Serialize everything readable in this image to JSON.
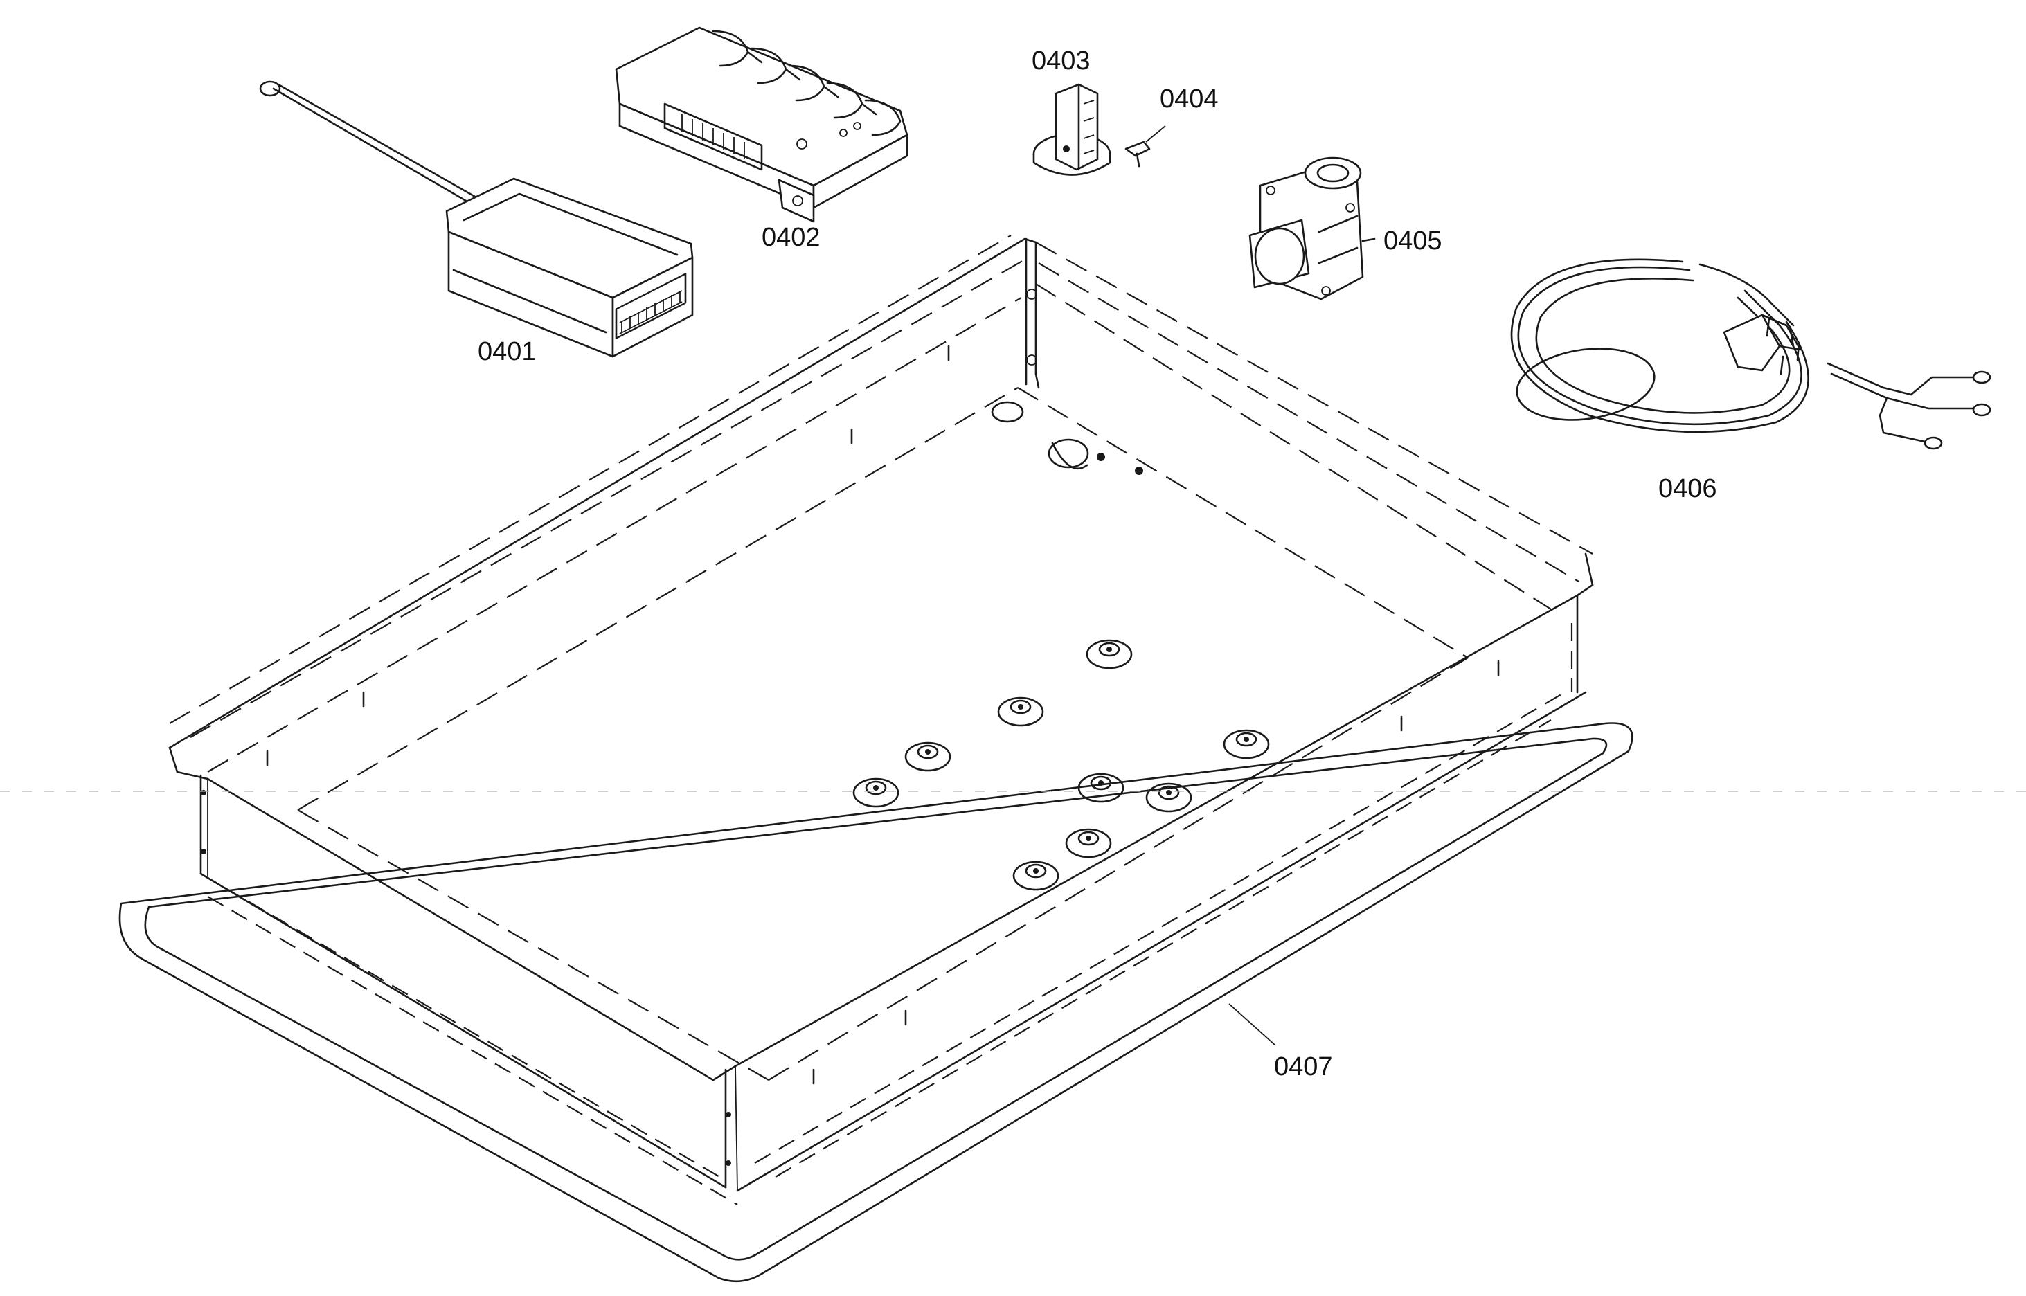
{
  "diagram": {
    "parts": [
      {
        "id": "p0401",
        "label": "0401"
      },
      {
        "id": "p0402",
        "label": "0402"
      },
      {
        "id": "p0403",
        "label": "0403"
      },
      {
        "id": "p0404",
        "label": "0404"
      },
      {
        "id": "p0405",
        "label": "0405"
      },
      {
        "id": "p0406",
        "label": "0406"
      },
      {
        "id": "p0407",
        "label": "0407"
      }
    ]
  },
  "colors": {
    "line": "#1a1a1a",
    "background": "#ffffff"
  }
}
